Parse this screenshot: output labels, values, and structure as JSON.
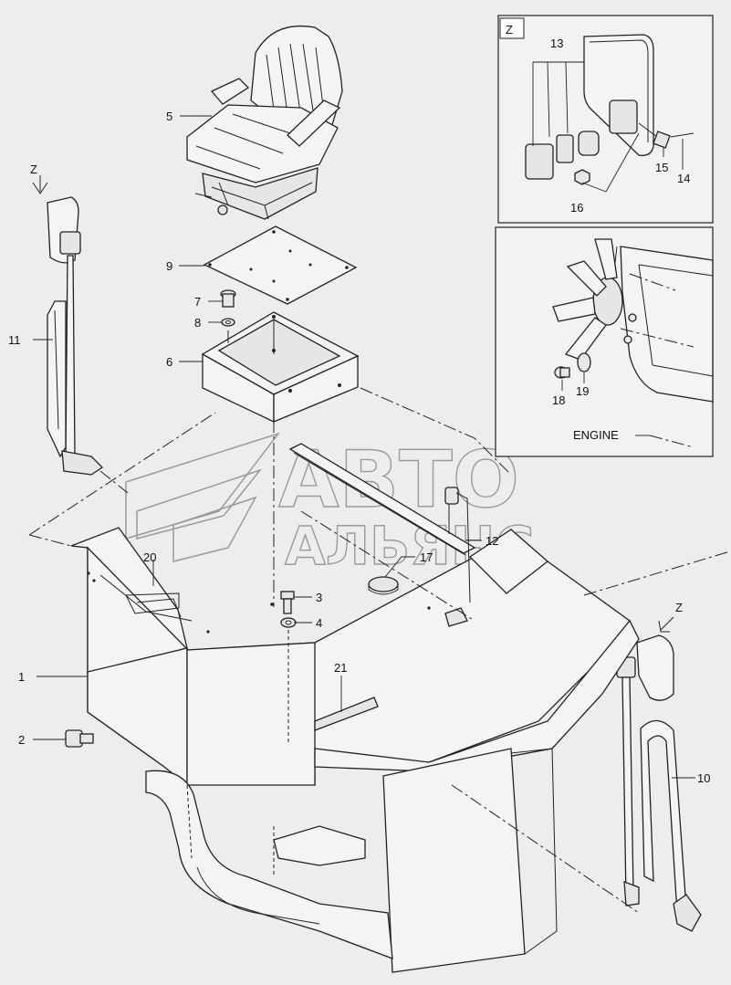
{
  "callouts": [
    {
      "id": "c1",
      "text": "1"
    },
    {
      "id": "c2",
      "text": "2"
    },
    {
      "id": "c3",
      "text": "3"
    },
    {
      "id": "c4",
      "text": "4"
    },
    {
      "id": "c5",
      "text": "5"
    },
    {
      "id": "c6",
      "text": "6"
    },
    {
      "id": "c7",
      "text": "7"
    },
    {
      "id": "c8",
      "text": "8"
    },
    {
      "id": "c9",
      "text": "9"
    },
    {
      "id": "c10",
      "text": "10"
    },
    {
      "id": "c11",
      "text": "11"
    },
    {
      "id": "c12",
      "text": "12"
    },
    {
      "id": "c13",
      "text": "13"
    },
    {
      "id": "c14",
      "text": "14"
    },
    {
      "id": "c15",
      "text": "15"
    },
    {
      "id": "c16",
      "text": "16"
    },
    {
      "id": "c17",
      "text": "17"
    },
    {
      "id": "c18",
      "text": "18"
    },
    {
      "id": "c19",
      "text": "19"
    },
    {
      "id": "c20",
      "text": "20"
    },
    {
      "id": "c21",
      "text": "21"
    }
  ],
  "view_markers": {
    "left": "Z",
    "right": "Z",
    "inset": "Z"
  },
  "inset_engine_label": "ENGINE",
  "watermark": {
    "line1": "АВТО",
    "line2": "АЛЬЯНС"
  }
}
